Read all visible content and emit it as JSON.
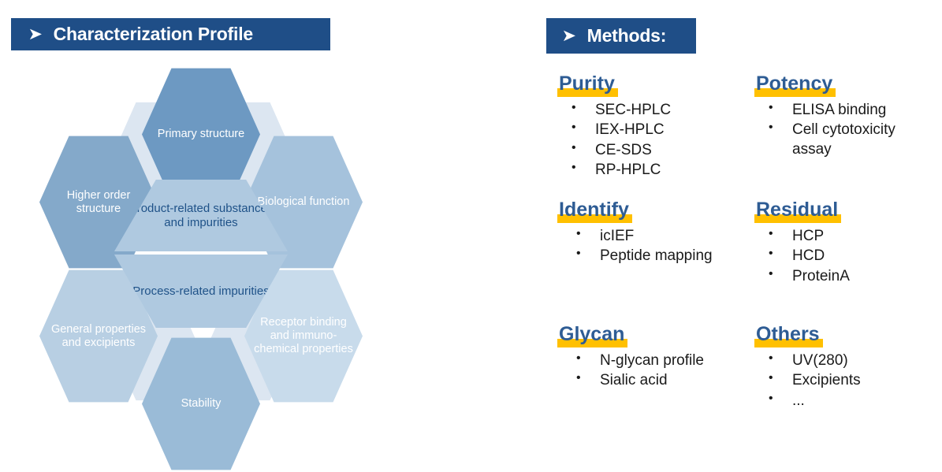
{
  "headers": {
    "left": {
      "arrow": "arrow-bullet-icon",
      "title": "Characterization Profile"
    },
    "right": {
      "arrow": "arrow-bullet-icon",
      "title": "Methods:"
    }
  },
  "colors": {
    "header_bar": "#1F4E87",
    "highlight": "#FFC000",
    "title_blue": "#2E5C94",
    "center_text_blue": "#1F5288"
  },
  "diagram": {
    "name": "characterization-hexagon-diagram",
    "outer": [
      {
        "id": "primary-structure",
        "label": "Primary structure",
        "color": "#6D99C2"
      },
      {
        "id": "higher-order-structure",
        "label": "Higher order structure",
        "color": "#84A9CA"
      },
      {
        "id": "biological-function",
        "label": "Biological function",
        "color": "#A5C2DC"
      },
      {
        "id": "general-properties",
        "label": "General properties and excipients",
        "color": "#B8CFE3"
      },
      {
        "id": "receptor-binding",
        "label": "Receptor binding and immuno-chemical properties",
        "color": "#C8DBEB"
      },
      {
        "id": "stability",
        "label": "Stability",
        "color": "#9ABBD7"
      }
    ],
    "center": {
      "top": "Product-related substances and impurities",
      "bottom": "Process-related impurities",
      "color": "#AFC9E0"
    }
  },
  "methods": [
    {
      "id": "purity",
      "title": "Purity",
      "items": [
        "SEC-HPLC",
        "IEX-HPLC",
        "CE-SDS",
        "RP-HPLC"
      ]
    },
    {
      "id": "potency",
      "title": "Potency",
      "items": [
        "ELISA binding",
        "Cell cytotoxicity assay"
      ]
    },
    {
      "id": "identify",
      "title": "Identify",
      "items": [
        "icIEF",
        "Peptide mapping"
      ]
    },
    {
      "id": "residual",
      "title": "Residual",
      "items": [
        "HCP",
        "HCD",
        "ProteinA"
      ]
    },
    {
      "id": "glycan",
      "title": "Glycan",
      "items": [
        "N-glycan profile",
        "Sialic acid"
      ]
    },
    {
      "id": "others",
      "title": "Others",
      "items": [
        "UV(280)",
        "Excipients",
        "..."
      ]
    }
  ]
}
